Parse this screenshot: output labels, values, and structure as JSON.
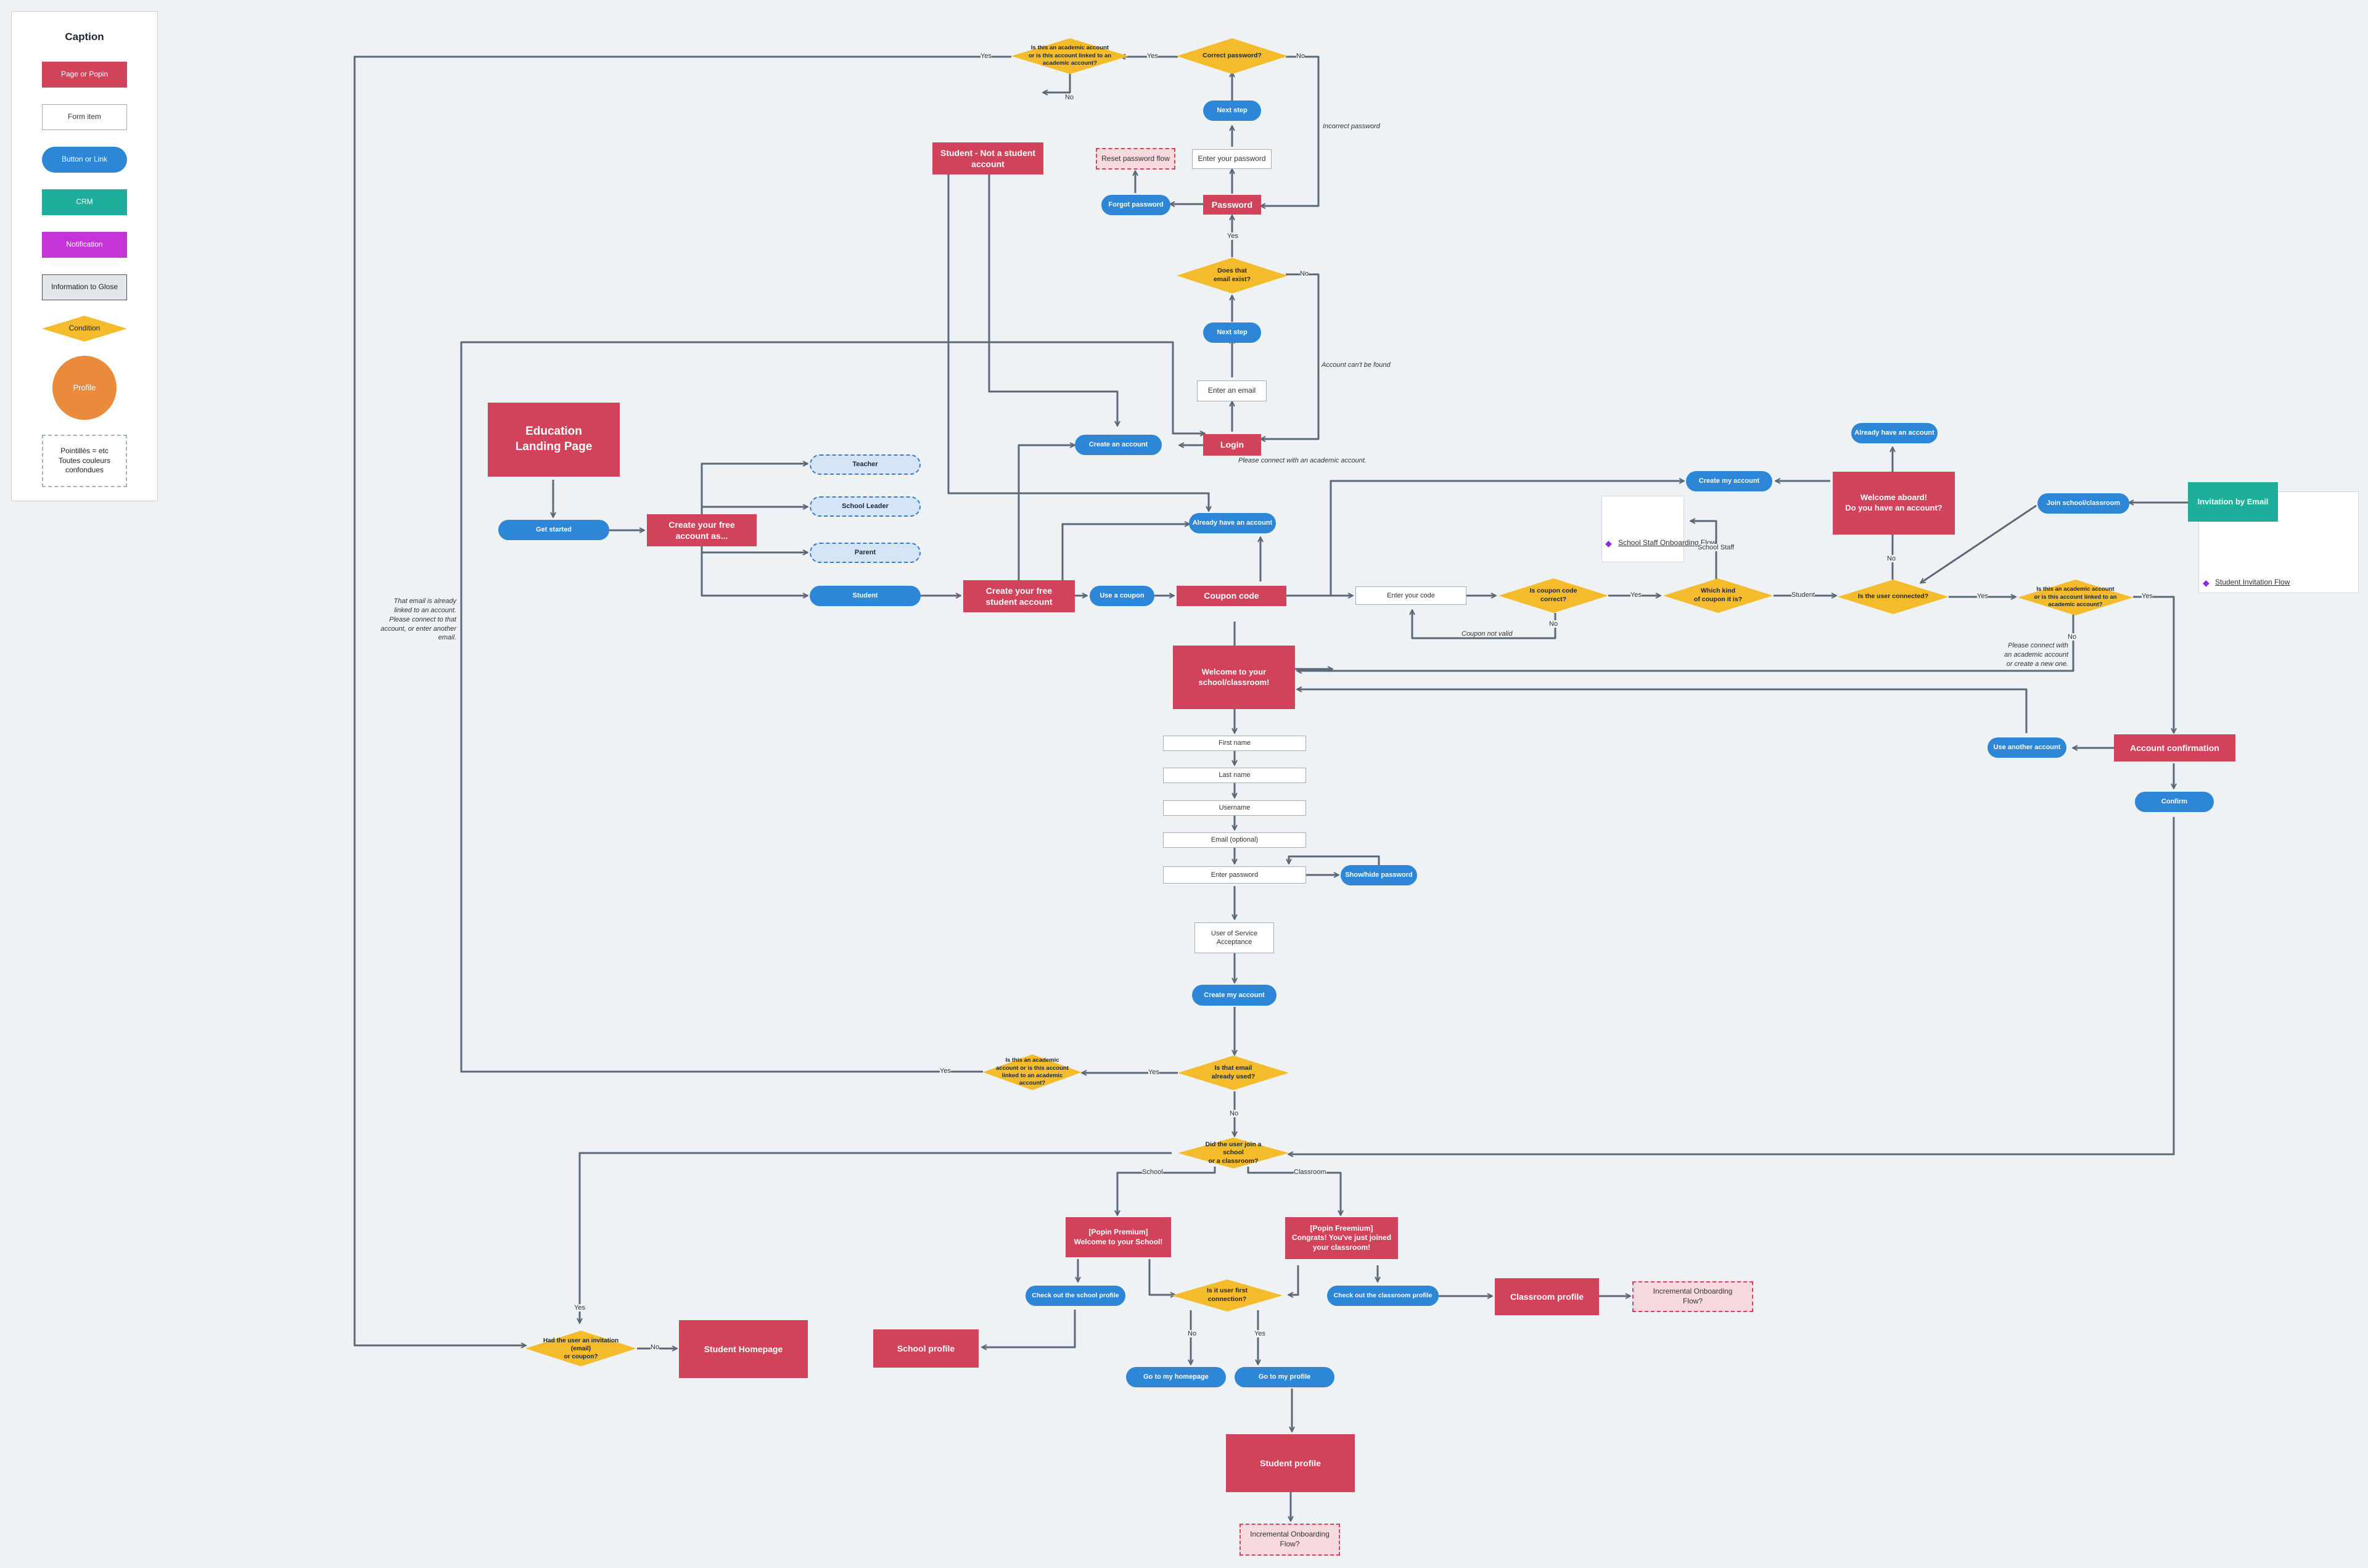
{
  "legend": {
    "title": "Caption",
    "page": "Page or Popin",
    "form": "Form item",
    "button": "Button or Link",
    "crm": "CRM",
    "notification": "Notification",
    "info": "Information to Glose",
    "condition": "Condition",
    "profile": "Profile",
    "dashed": "Pointillés = etc\nToutes couleurs\nconfondues"
  },
  "nodes": {
    "landing": "Education\nLanding Page",
    "get_started": "Get started",
    "create_free": "Create your free\naccount as...",
    "teacher": "Teacher",
    "school_leader": "School Leader",
    "parent": "Parent",
    "student": "Student",
    "create_student": "Create your free\nstudent account",
    "use_coupon": "Use a coupon",
    "coupon_code": "Coupon code",
    "enter_code": "Enter your code",
    "coupon_correct": "Is coupon code correct?",
    "which_coupon": "Which kind\nof coupon it is?",
    "user_connected": "Is the user connected?",
    "academic_linked_right": "Is this an academic account or is this account linked to an academic account?",
    "invitation_email": "Invitation by Email",
    "join_school": "Join school/classroom",
    "welcome_aboard": "Welcome aboard!\nDo you have an account?",
    "create_my_account_top": "Create my account",
    "already_have_top": "Already have an account",
    "account_confirmation": "Account confirmation",
    "confirm": "Confirm",
    "use_another": "Use another account",
    "login": "Login",
    "create_account": "Create an account",
    "already_have_mid": "Already have an account",
    "enter_email": "Enter an email",
    "next_step_1": "Next step",
    "email_exist": "Does that\nemail exist?",
    "password": "Password",
    "forgot_password": "Forgot password",
    "reset_flow": "Reset password flow",
    "enter_password_top": "Enter your password",
    "next_step_2": "Next step",
    "correct_password": "Correct password?",
    "academic_linked_top": "Is this an academic account or is this account linked to an academic account?",
    "student_not": "Student - Not a student\naccount",
    "welcome_school": "Welcome to your\nschool/classroom!",
    "first_name": "First name",
    "last_name": "Last name",
    "username": "Username",
    "email_optional": "Email (optional)",
    "enter_password": "Enter password",
    "show_hide": "Show/hide password",
    "tos": "User of Service\nAcceptance",
    "create_my_account": "Create my account",
    "email_used": "Is that email\nalready used?",
    "academic_linked_bottom": "Is this an academic account or is this account linked to an academic account?",
    "did_join": "Did the user join a school\nor a classroom?",
    "popin_premium": "[Popin Premium]\nWelcome to your School!",
    "popin_freemium": "[Popin Freemium]\nCongrats! You've just joined\nyour classroom!",
    "check_school": "Check out the school profile",
    "check_classroom": "Check out the classroom profile",
    "classroom_profile": "Classroom profile",
    "incremental_1": "Incremental Onboarding\nFlow?",
    "first_connection": "Is it user first connection?",
    "school_profile": "School profile",
    "go_homepage": "Go to my homepage",
    "go_profile": "Go to my profile",
    "student_profile": "Student profile",
    "incremental_2": "Incremental Onboarding\nFlow?",
    "had_invitation": "Had the user an invitation (email)\nor coupon?",
    "student_homepage": "Student Homepage"
  },
  "cards": {
    "school_staff": "School Staff\nOnboarding Flow",
    "student_invitation": "Student Invitation Flow"
  },
  "labels": {
    "yes": "Yes",
    "no": "No",
    "student": "Student",
    "school_staff": "School Staff",
    "school": "School",
    "classroom": "Classroom",
    "coupon_not_valid": "Coupon not valid"
  },
  "notes": {
    "incorrect_password": "Incorrect password",
    "account_not_found": "Account can't be found",
    "please_connect": "Please connect with an academic account.",
    "email_linked": "That email is already\nlinked to an account.\nPlease connect to that\naccount, or enter another\nemail.",
    "please_connect_or_create": "Please connect with\nan academic account\nor create a new one."
  },
  "colors": {
    "page": "#d1435b",
    "button": "#2e86d6",
    "condition": "#f4bc2d",
    "crm": "#1fae9c",
    "notification": "#c434d8",
    "profile": "#ea8a3c",
    "edge": "#5b6876"
  }
}
